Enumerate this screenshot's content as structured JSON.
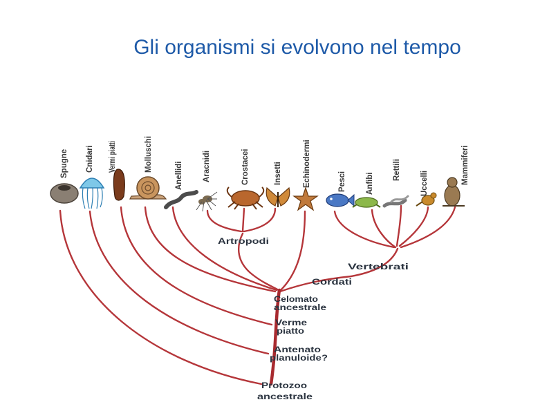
{
  "title": "Gli organismi si evolvono  nel tempo",
  "taxa": [
    "Spugne",
    "Cnidari",
    "Vermi piatti",
    "Molluschi",
    "Anellidi",
    "Aracnidi",
    "Crostacei",
    "Insetti",
    "Echinodermi",
    "Pesci",
    "Anfibi",
    "Rettili",
    "Uccelli",
    "Mammiferi"
  ],
  "nodes": {
    "artropodi": "Artropodi",
    "vertebrati": "Vertebrati",
    "cordati": "Cordati",
    "celomato_1": "Celomato",
    "celomato_2": "ancestrale",
    "verme_1": "Verme",
    "verme_2": "piatto",
    "antenato_1": "Antenato",
    "antenato_2": "planuloide?",
    "protozoo_1": "Protozoo",
    "protozoo_2": "ancestrale"
  },
  "colors": {
    "title": "#1e5aa8",
    "branch": "#b5363a",
    "trunk": "#a82a2f"
  }
}
